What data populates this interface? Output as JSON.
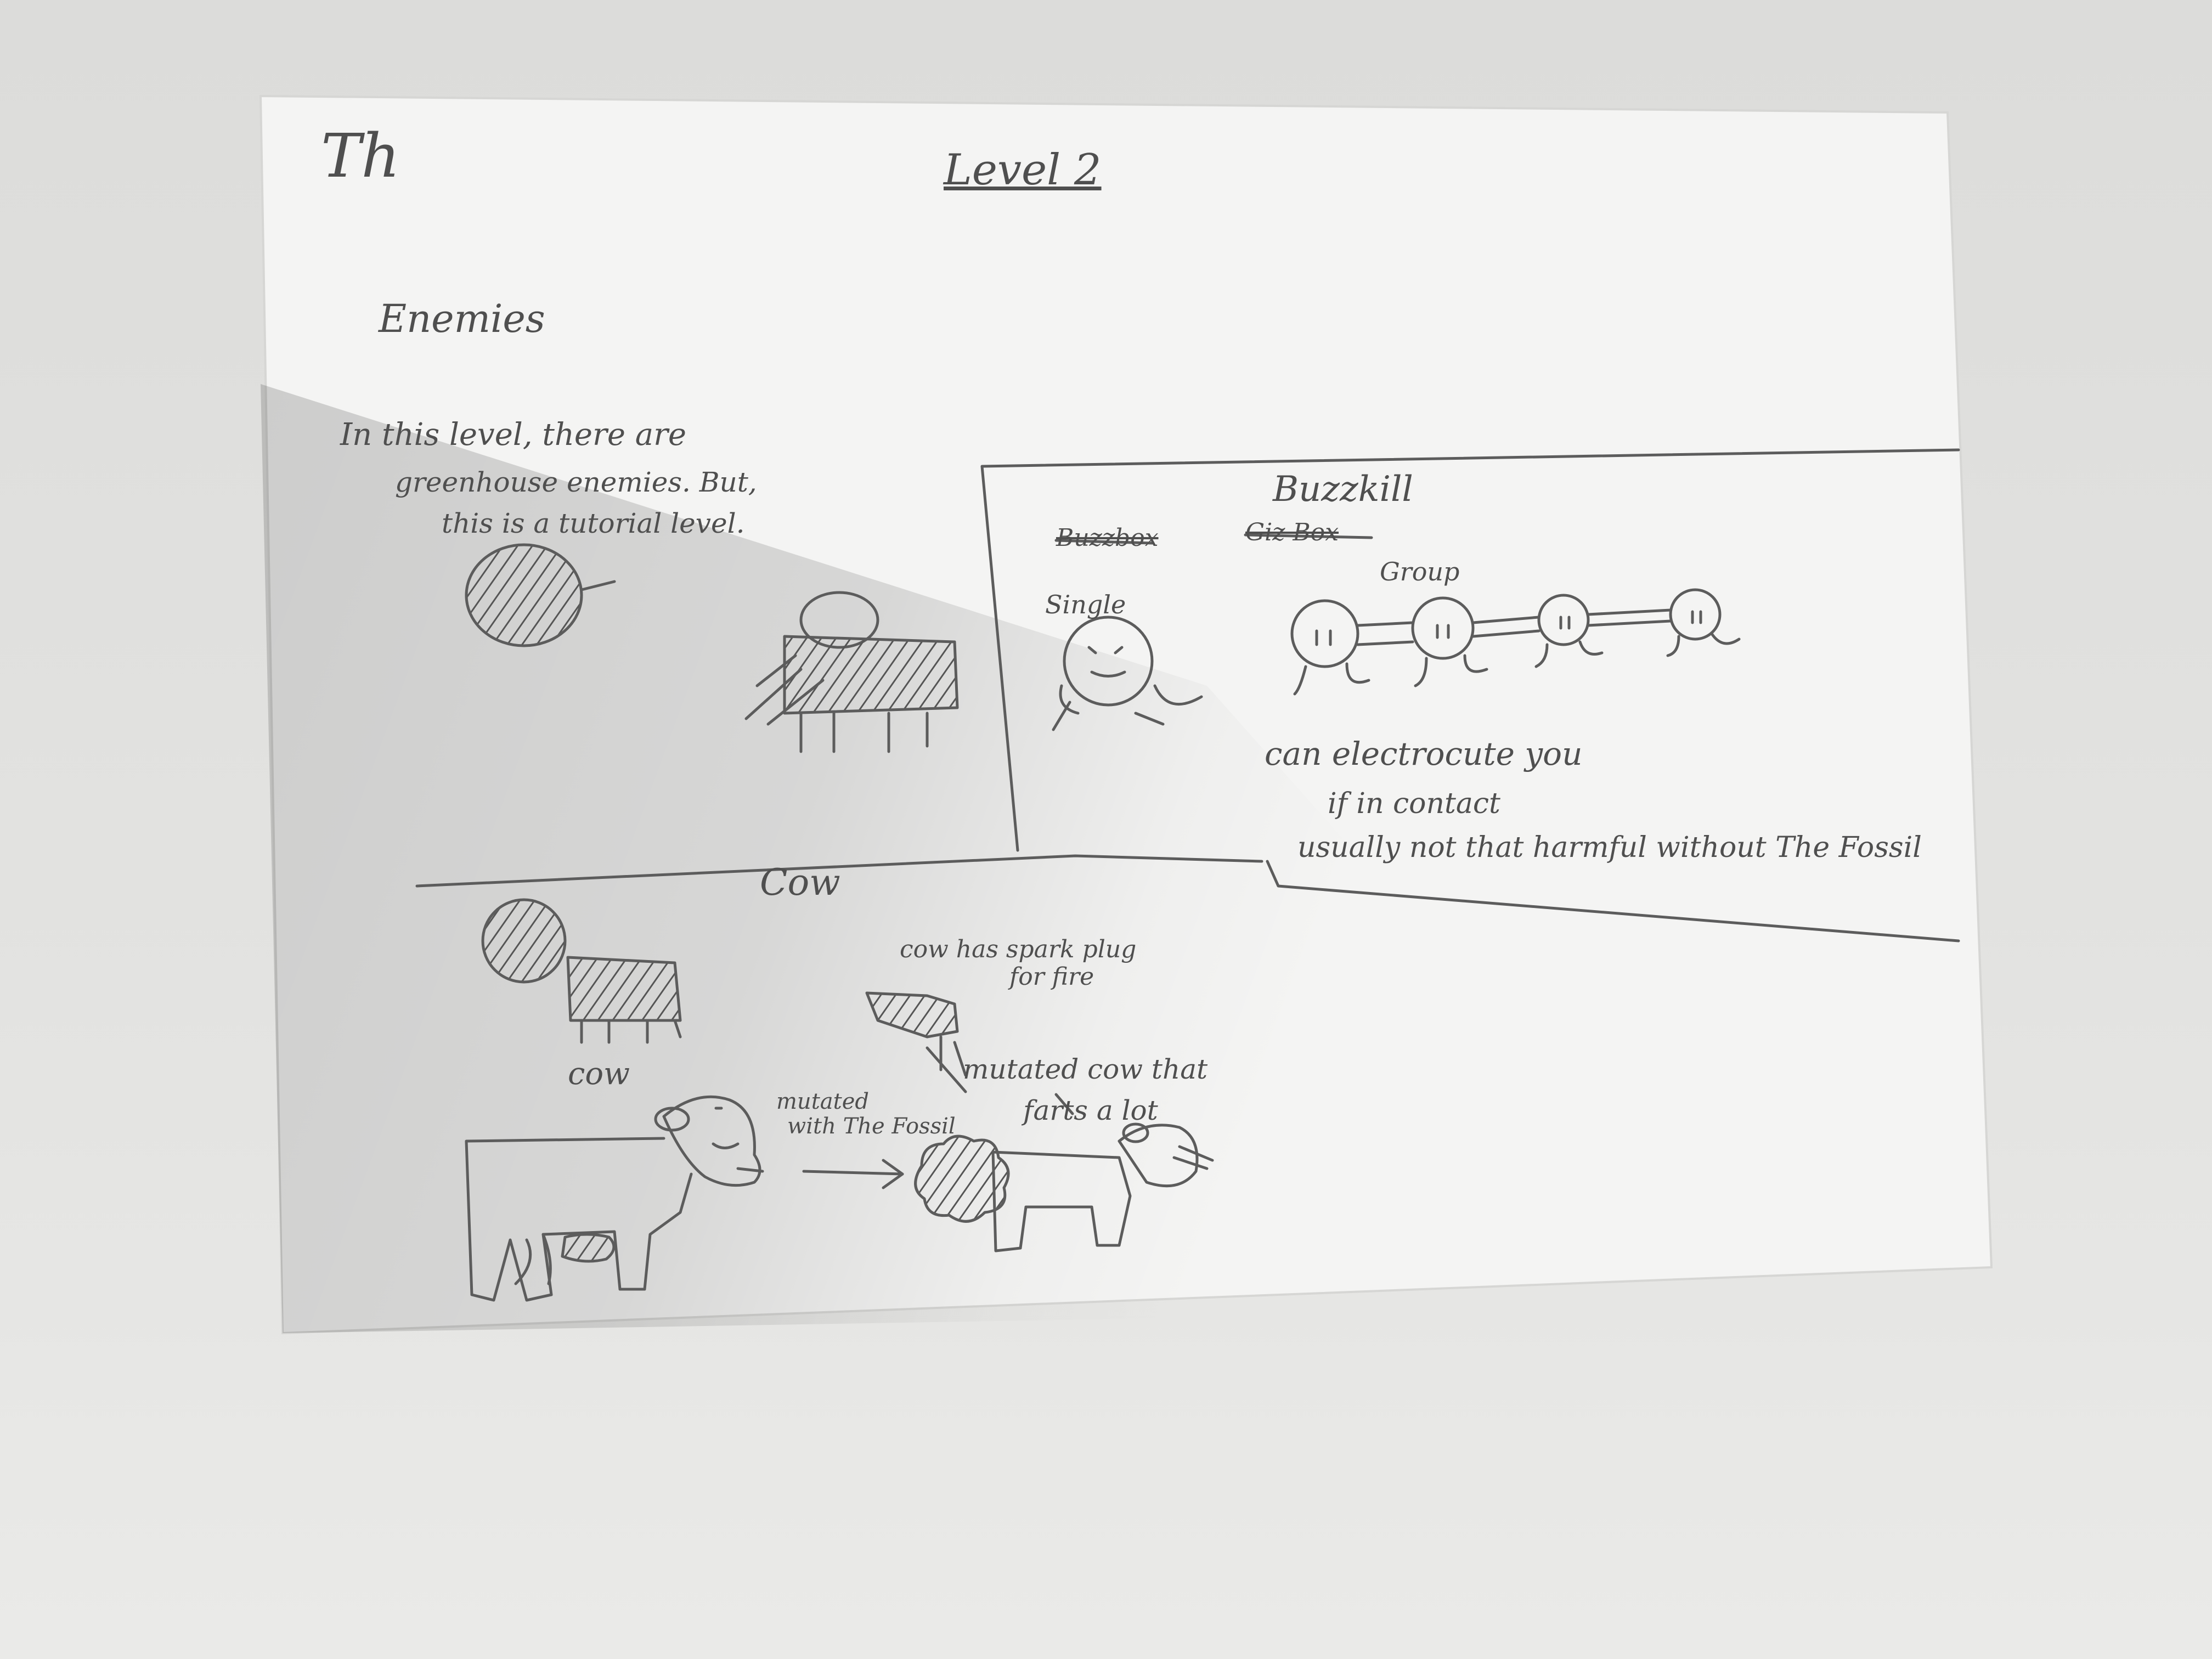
{
  "page": {
    "initials": "Th",
    "title": "Level 2",
    "heading": "Enemies",
    "intro_lines": [
      "In this level, there are",
      "greenhouse enemies. But,",
      "this is a tutorial level."
    ]
  },
  "buzzkill": {
    "title": "Buzzkill",
    "struck_labels": [
      "Buzzbox",
      "Giz Box"
    ],
    "single_label": "Single",
    "group_label": "Group",
    "notes": [
      "can electrocute you",
      "if in contact",
      "usually not that harmful without The Fossil"
    ]
  },
  "cow": {
    "title": "Cow",
    "cow_label": "cow",
    "spark_plug_note": [
      "cow has spark plug",
      "for fire"
    ],
    "mutated_arrow_note": [
      "mutated",
      "with The Fossil"
    ],
    "mutated_cow_note": [
      "mutated cow that",
      "farts a lot"
    ]
  },
  "colors": {
    "ink": "#5a5a5a",
    "paper": "#f6f6f6",
    "table": "#e0e0de"
  }
}
